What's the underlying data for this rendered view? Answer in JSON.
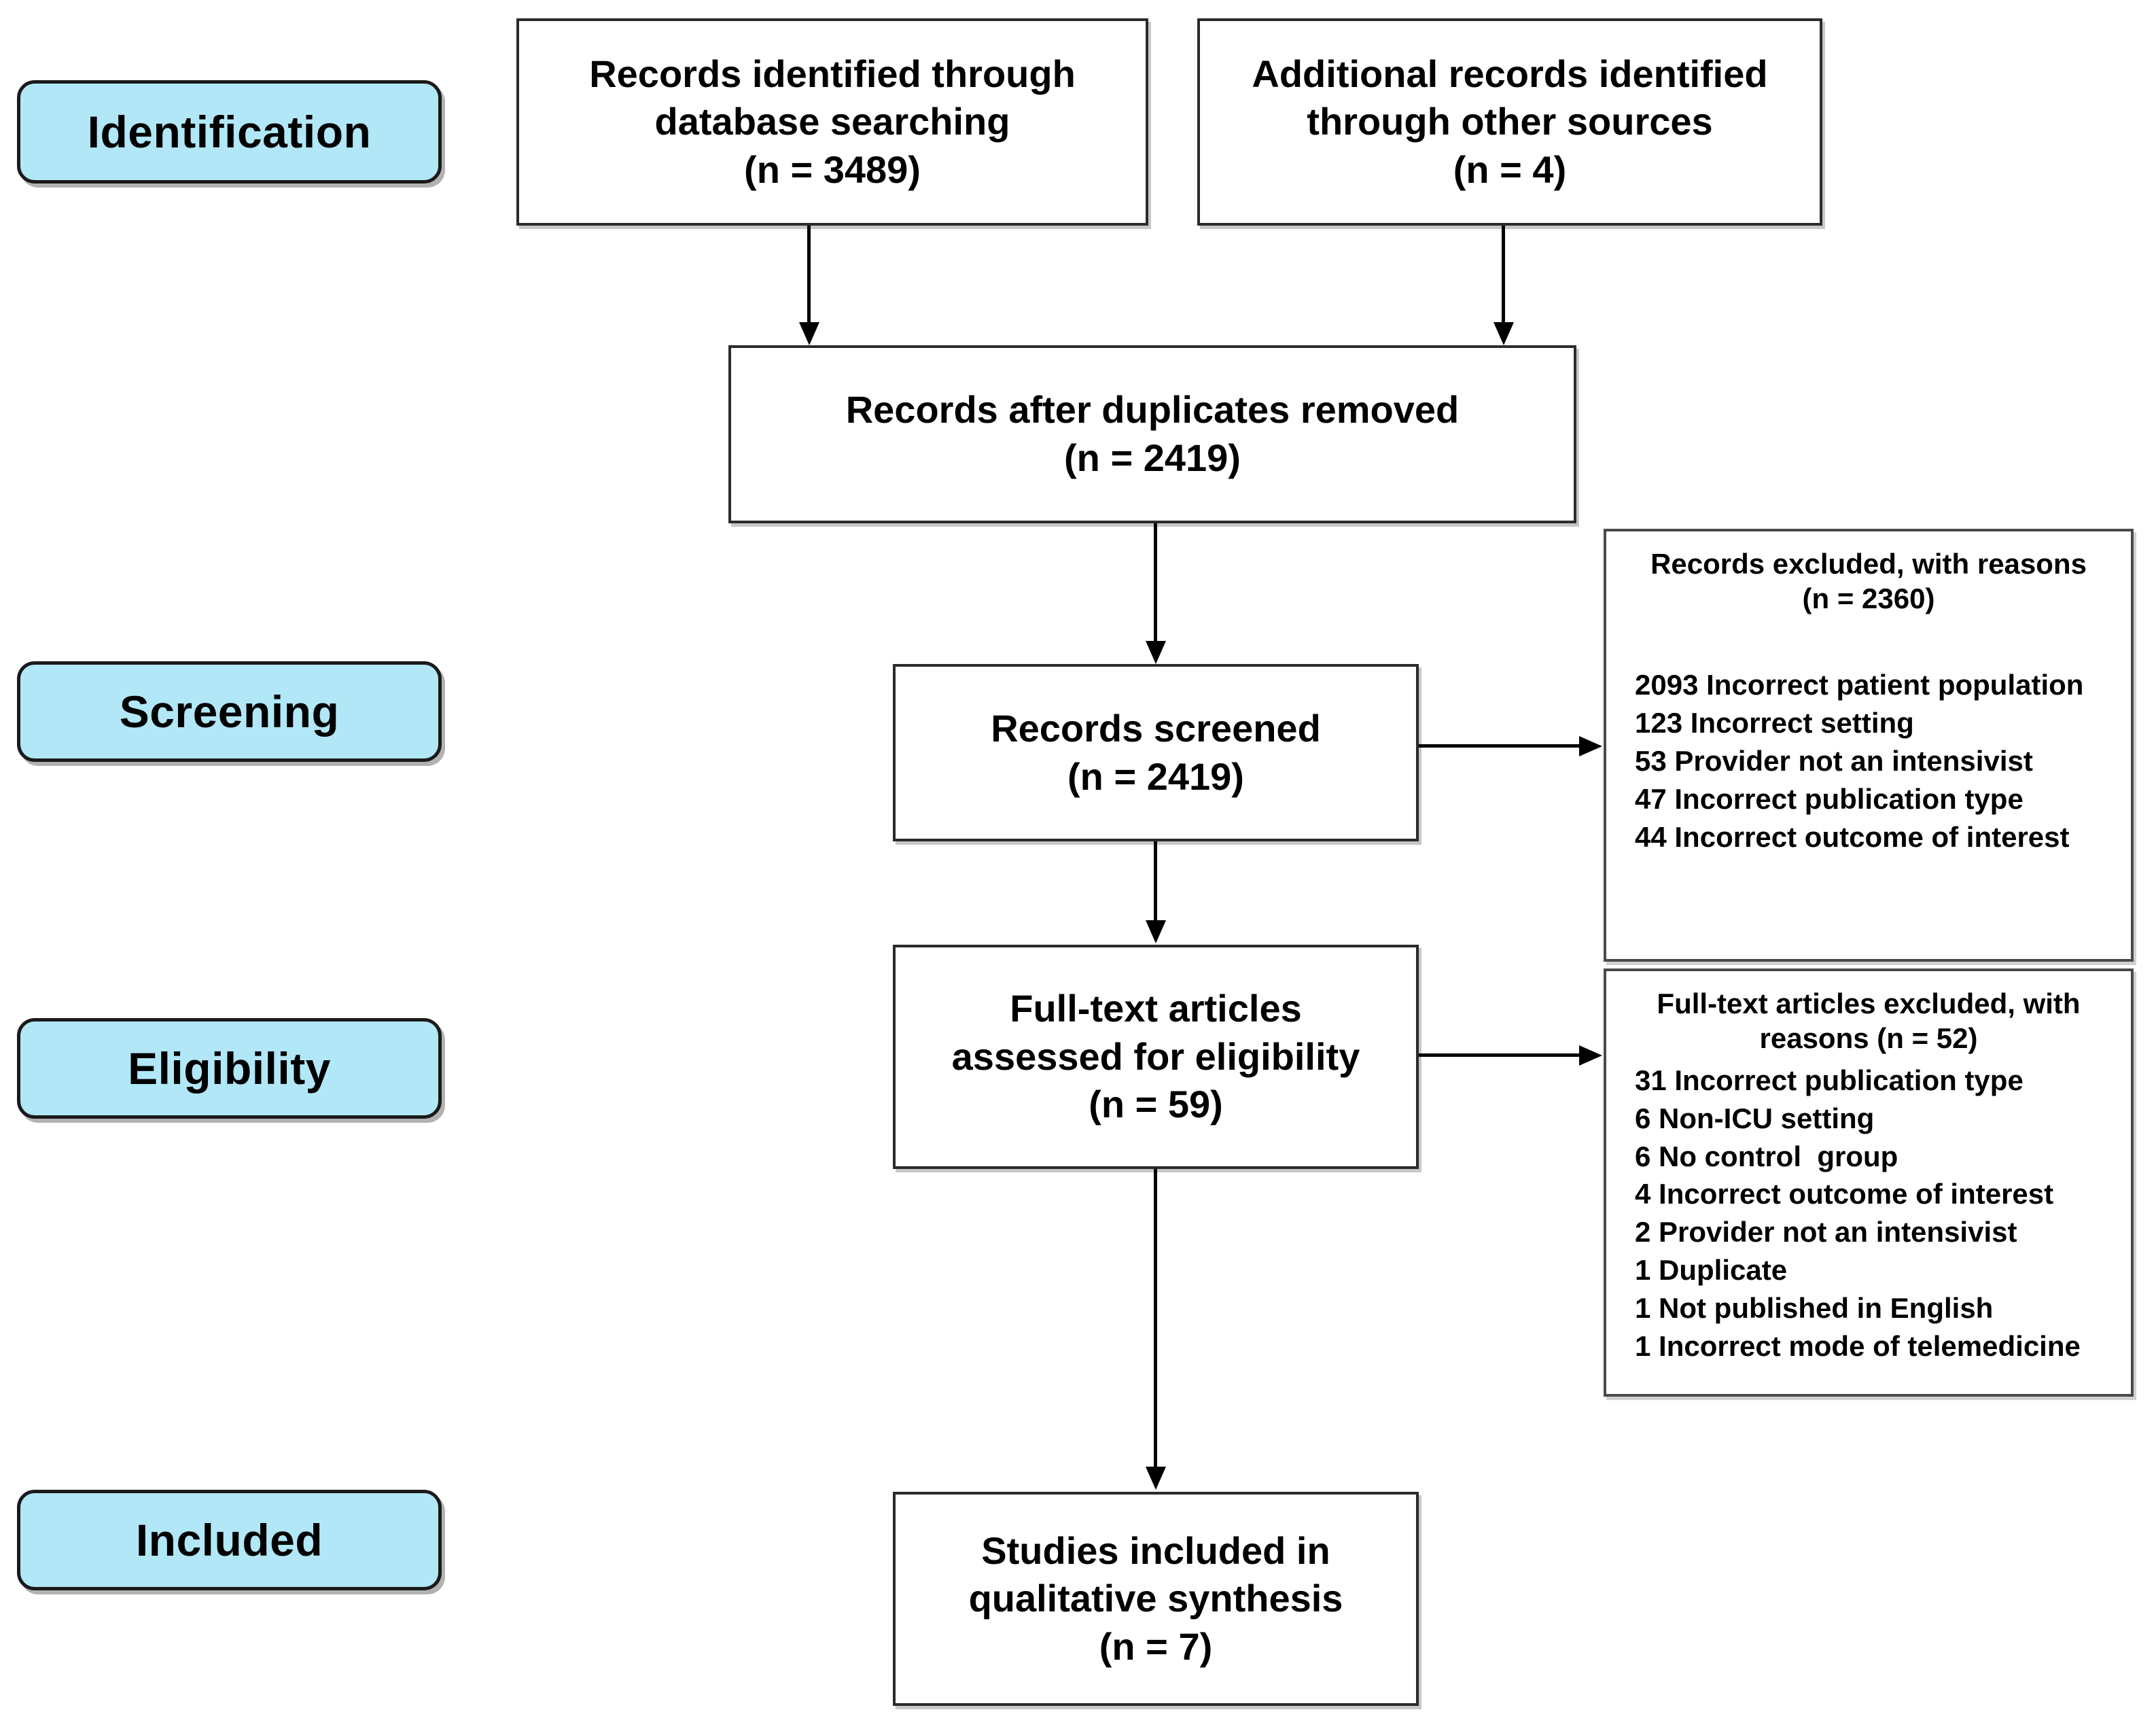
{
  "diagram": {
    "title": "PRISMA flow diagram",
    "accent_color": "#b1e7f7",
    "line_color": "#000000",
    "box_border_color": "#2b2b2b"
  },
  "phases": [
    {
      "id": "identification",
      "label": "Identification"
    },
    {
      "id": "screening",
      "label": "Screening"
    },
    {
      "id": "eligibility",
      "label": "Eligibility"
    },
    {
      "id": "included",
      "label": "Included"
    }
  ],
  "flow_boxes": {
    "database_search": {
      "text": "Records identified through\ndatabase searching\n(n = 3489)",
      "count": 3489
    },
    "other_sources": {
      "text": "Additional records identified\nthrough other sources\n(n = 4)",
      "count": 4
    },
    "duplicates_removed": {
      "text": "Records after duplicates removed\n(n = 2419)",
      "count": 2419
    },
    "records_screened": {
      "text": "Records screened\n(n = 2419)",
      "count": 2419
    },
    "fulltext_assessed": {
      "text": "Full-text articles\nassessed for eligibility\n(n = 59)",
      "count": 59
    },
    "studies_included": {
      "text": "Studies included in\nqualitative synthesis\n(n = 7)",
      "count": 7
    }
  },
  "excluded_boxes": {
    "records_excluded": {
      "heading": "Records excluded, with reasons\n(n = 2360)",
      "total": 2360,
      "reasons": [
        "2093 Incorrect patient population",
        "123 Incorrect setting",
        "53 Provider not an intensivist",
        "47 Incorrect publication type",
        "44 Incorrect outcome of interest"
      ]
    },
    "fulltext_excluded": {
      "heading": "Full-text articles excluded, with\nreasons (n = 52)",
      "total": 52,
      "reasons": [
        "31 Incorrect publication type",
        "6 Non-ICU setting",
        "6 No control  group",
        "4 Incorrect outcome of interest",
        "2 Provider not an intensivist",
        "1 Duplicate",
        "1 Not published in English",
        "1 Incorrect mode of telemedicine"
      ]
    }
  }
}
